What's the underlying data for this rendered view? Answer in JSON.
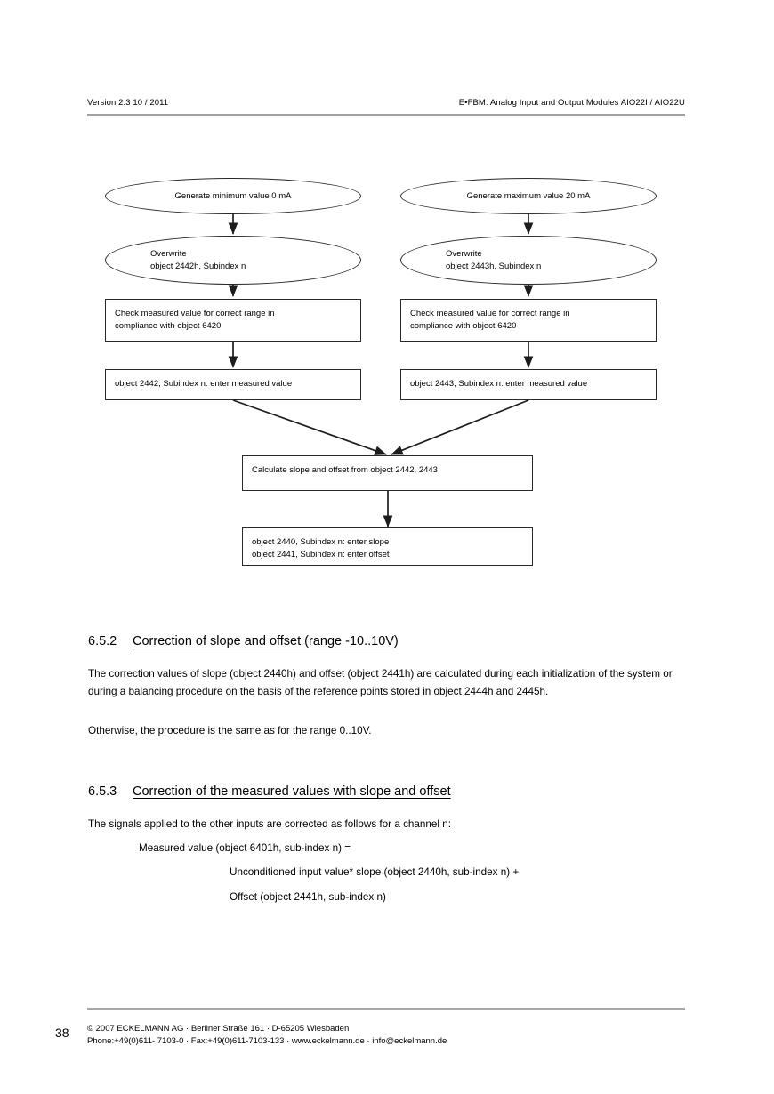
{
  "header": {
    "left": "Version 2.3  10 / 2011",
    "right": "E•FBM: Analog Input and Output Modules AIO22I / AIO22U"
  },
  "flowchart": {
    "nodes": {
      "gen_min": "Generate minimum value 0 mA",
      "gen_max": "Generate maximum value 20 mA",
      "overwrite_left": "Overwrite\nobject 2442h, Subindex n",
      "overwrite_right": "Overwrite\nobject 2443h, Subindex n",
      "check_left": "Check measured value for correct range in\ncompliance with object 6420",
      "check_right": "Check measured value for correct range in\ncompliance with object 6420",
      "enter_left": "object 2442, Subindex n: enter measured value",
      "enter_right": "object 2443, Subindex n: enter measured value",
      "calculate": "Calculate slope and offset from object 2442, 2443",
      "result": "object 2440, Subindex n: enter slope\nobject 2441, Subindex n: enter offset"
    }
  },
  "sections": [
    {
      "number": "6.5.2",
      "title": "Correction of slope and offset (range -10..10V)",
      "paragraphs": [
        "The correction values of slope (object 2440h) and offset (object 2441h) are calculated during each initialization of the system or during a balancing procedure on the basis of the reference points stored in object 2444h and 2445h.",
        "Otherwise, the procedure is the same as for the range 0..10V."
      ]
    },
    {
      "number": "6.5.3",
      "title": "Correction of the measured values with slope and offset",
      "paragraphs": [
        "The signals applied to the other inputs are corrected as follows for a channel n:",
        "Measured value (object 6401h, sub-index n) =",
        "Unconditioned input value* slope (object 2440h, sub-index n) +",
        "Offset (object 2441h, sub-index n)"
      ]
    }
  ],
  "footer": {
    "page_number": "38",
    "line1": "©  2007 ECKELMANN AG · Berliner Straße 161 · D-65205 Wiesbaden",
    "line2": "Phone:+49(0)611- 7103-0 · Fax:+49(0)611-7103-133 · www.eckelmann.de · info@eckelmann.de"
  },
  "colors": {
    "rule": "#a0a0a0",
    "stroke": "#2a2a2a",
    "text": "#000000"
  }
}
